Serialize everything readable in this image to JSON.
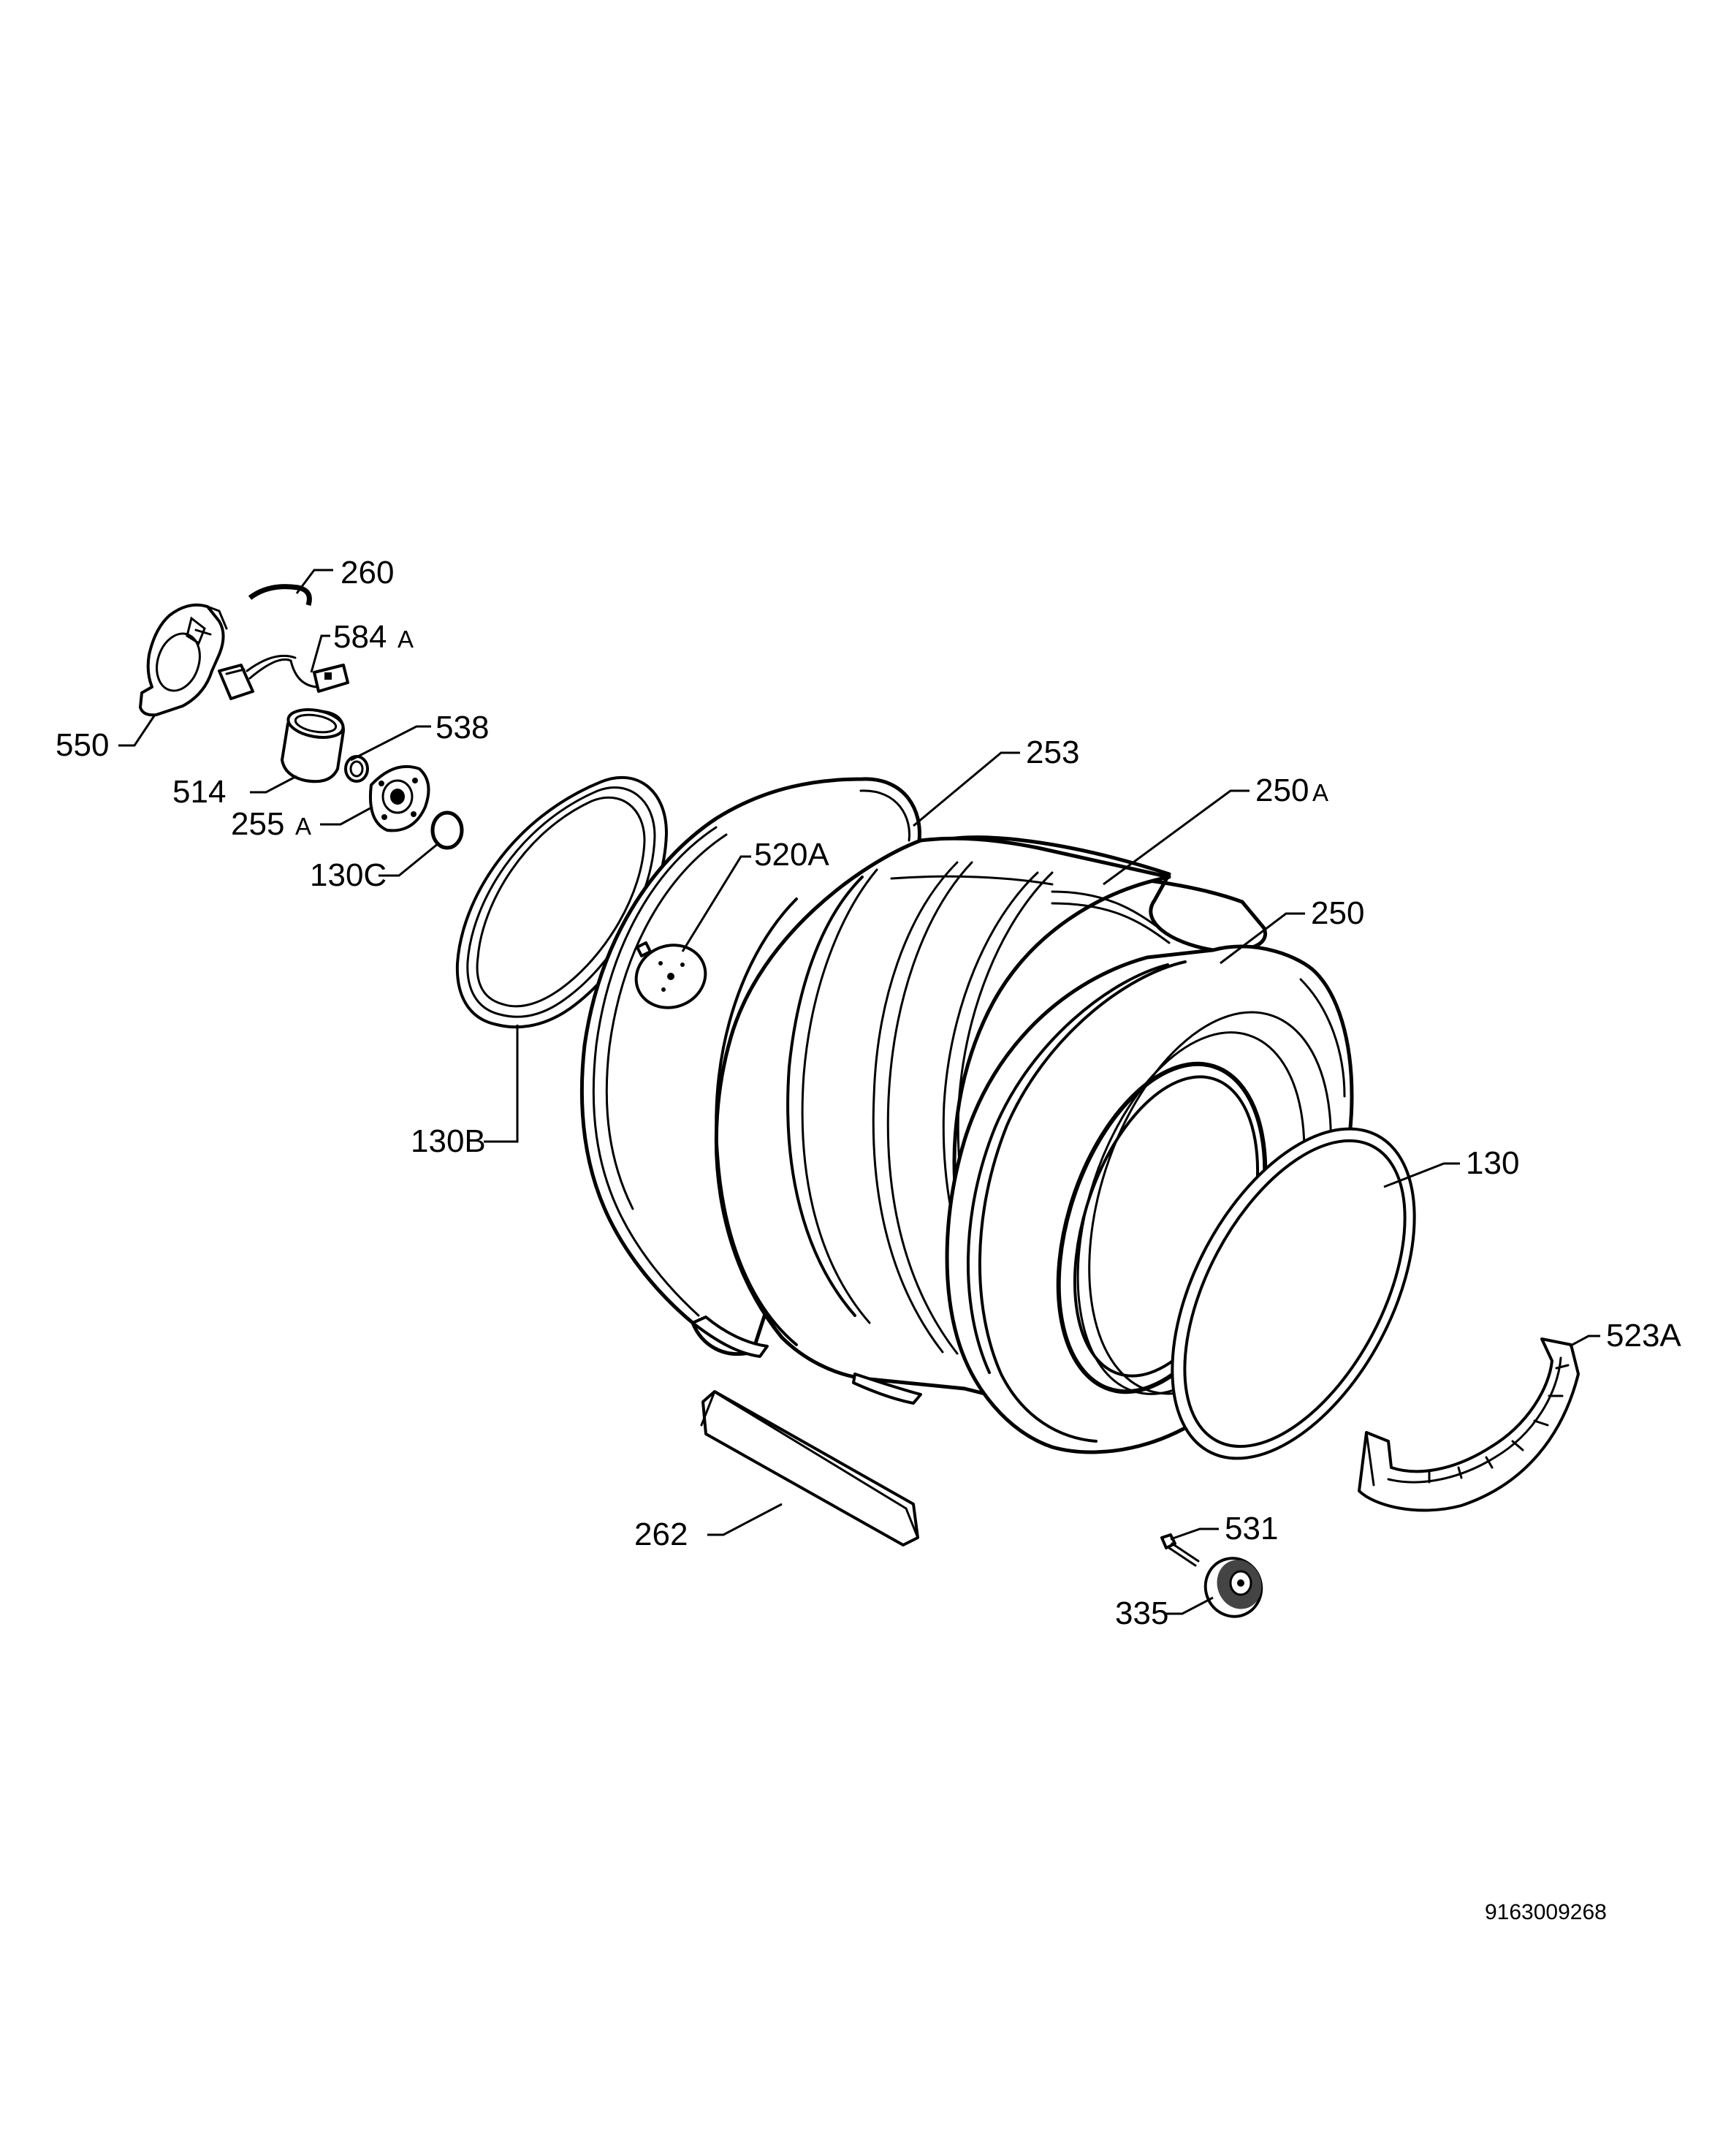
{
  "diagram": {
    "callouts": {
      "c260": "260",
      "c584A": "584",
      "c584A_suffix": "A",
      "c550": "550",
      "c538": "538",
      "c514": "514",
      "c255A": "255",
      "c255A_suffix": "A",
      "c130C": "130C",
      "c253": "253",
      "c250A": "250",
      "c250A_suffix": "A",
      "c520A": "520A",
      "c250": "250",
      "c130B": "130B",
      "c130": "130",
      "c523A": "523A",
      "c262": "262",
      "c531": "531",
      "c335": "335"
    },
    "document_number": "9163009268"
  }
}
